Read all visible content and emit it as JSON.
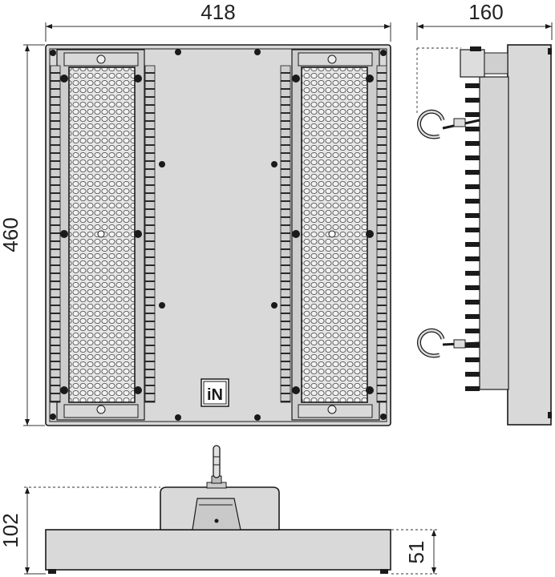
{
  "dimensions": {
    "width": "418",
    "depth": "160",
    "height": "460",
    "body_height": "102",
    "base_height": "51"
  },
  "logo": {
    "text": "iN"
  }
}
